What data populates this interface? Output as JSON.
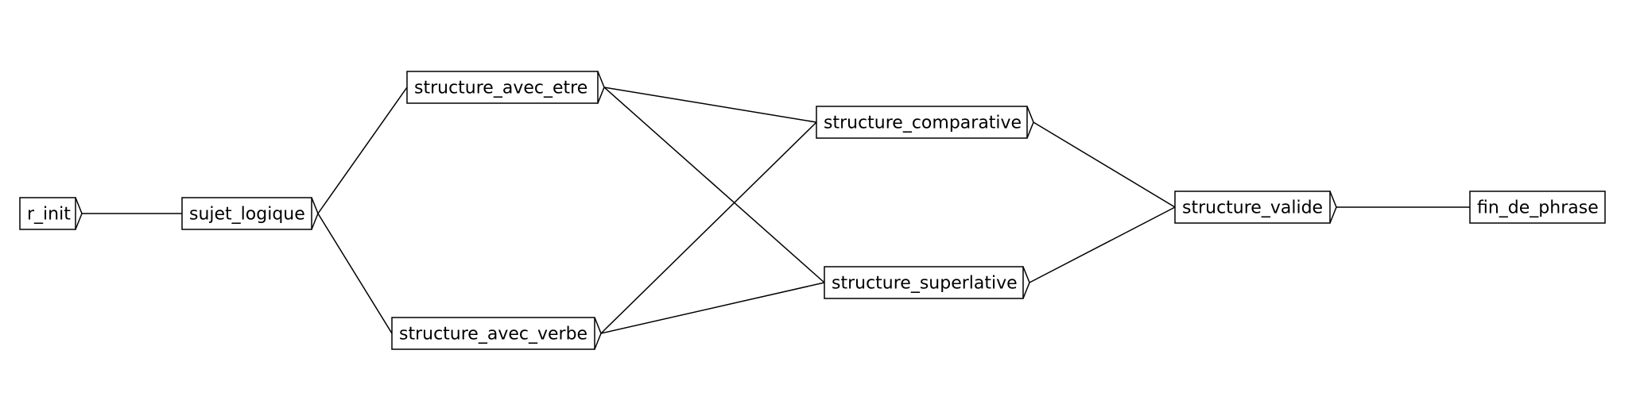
{
  "diagram": {
    "nodes": [
      {
        "id": "r_init",
        "label": "r_init"
      },
      {
        "id": "sujet_logique",
        "label": "sujet_logique"
      },
      {
        "id": "structure_avec_etre",
        "label": "structure_avec_etre"
      },
      {
        "id": "structure_avec_verbe",
        "label": "structure_avec_verbe"
      },
      {
        "id": "structure_comparative",
        "label": "structure_comparative"
      },
      {
        "id": "structure_superlative",
        "label": "structure_superlative"
      },
      {
        "id": "structure_valide",
        "label": "structure_valide"
      },
      {
        "id": "fin_de_phrase",
        "label": "fin_de_phrase"
      }
    ],
    "edges": [
      {
        "from": "r_init",
        "to": "sujet_logique"
      },
      {
        "from": "sujet_logique",
        "to": "structure_avec_etre"
      },
      {
        "from": "sujet_logique",
        "to": "structure_avec_verbe"
      },
      {
        "from": "structure_avec_etre",
        "to": "structure_comparative"
      },
      {
        "from": "structure_avec_etre",
        "to": "structure_superlative"
      },
      {
        "from": "structure_avec_verbe",
        "to": "structure_comparative"
      },
      {
        "from": "structure_avec_verbe",
        "to": "structure_superlative"
      },
      {
        "from": "structure_comparative",
        "to": "structure_valide"
      },
      {
        "from": "structure_superlative",
        "to": "structure_valide"
      },
      {
        "from": "structure_valide",
        "to": "fin_de_phrase"
      }
    ]
  }
}
